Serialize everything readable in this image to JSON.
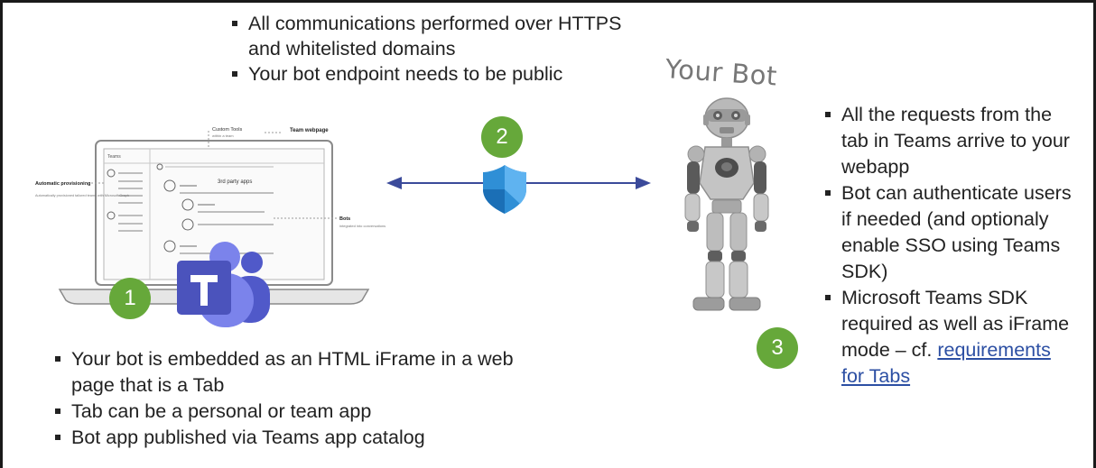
{
  "top_bullets": [
    "All communications performed over HTTPS and whitelisted domains",
    "Your bot endpoint needs to be public"
  ],
  "bottom_bullets": [
    "Your bot is embedded as an HTML iFrame in a web page that is a Tab",
    "Tab can be a personal or team app",
    "Bot app published via Teams app catalog"
  ],
  "right_bullets": {
    "item1": "All the requests from the tab in Teams arrive to your webapp",
    "item2": "Bot can authenticate users if needed (and optionaly enable SSO using Teams SDK)",
    "item3_text": "Microsoft Teams SDK required as well as iFrame mode – cf. ",
    "item3_link": "requirements for Tabs"
  },
  "bot_label": "Your Bot",
  "steps": {
    "one": "1",
    "two": "2",
    "three": "3"
  },
  "laptop_screen": {
    "app_name": "Teams",
    "callout_custom_tools": "Custom Tools",
    "callout_custom_tools_sub": "within a team",
    "callout_team_webpage": "Team webpage",
    "callout_auto": "Automatic provisioning",
    "callout_auto_sub": "Automatically provisioned tailored teams with Microsoft Graph",
    "third_party": "3rd party apps",
    "callout_bots": "Bots",
    "callout_bots_sub": "integrated into conversations"
  },
  "colors": {
    "step_green": "#66a83a",
    "arrow": "#3b4a9a",
    "shield": "#2f8fd6",
    "teams_purple": "#5059c9",
    "link": "#2c4fa3"
  },
  "icons": [
    "laptop-illustration",
    "teams-logo-icon",
    "shield-icon",
    "robot-illustration",
    "bidirectional-arrow"
  ]
}
